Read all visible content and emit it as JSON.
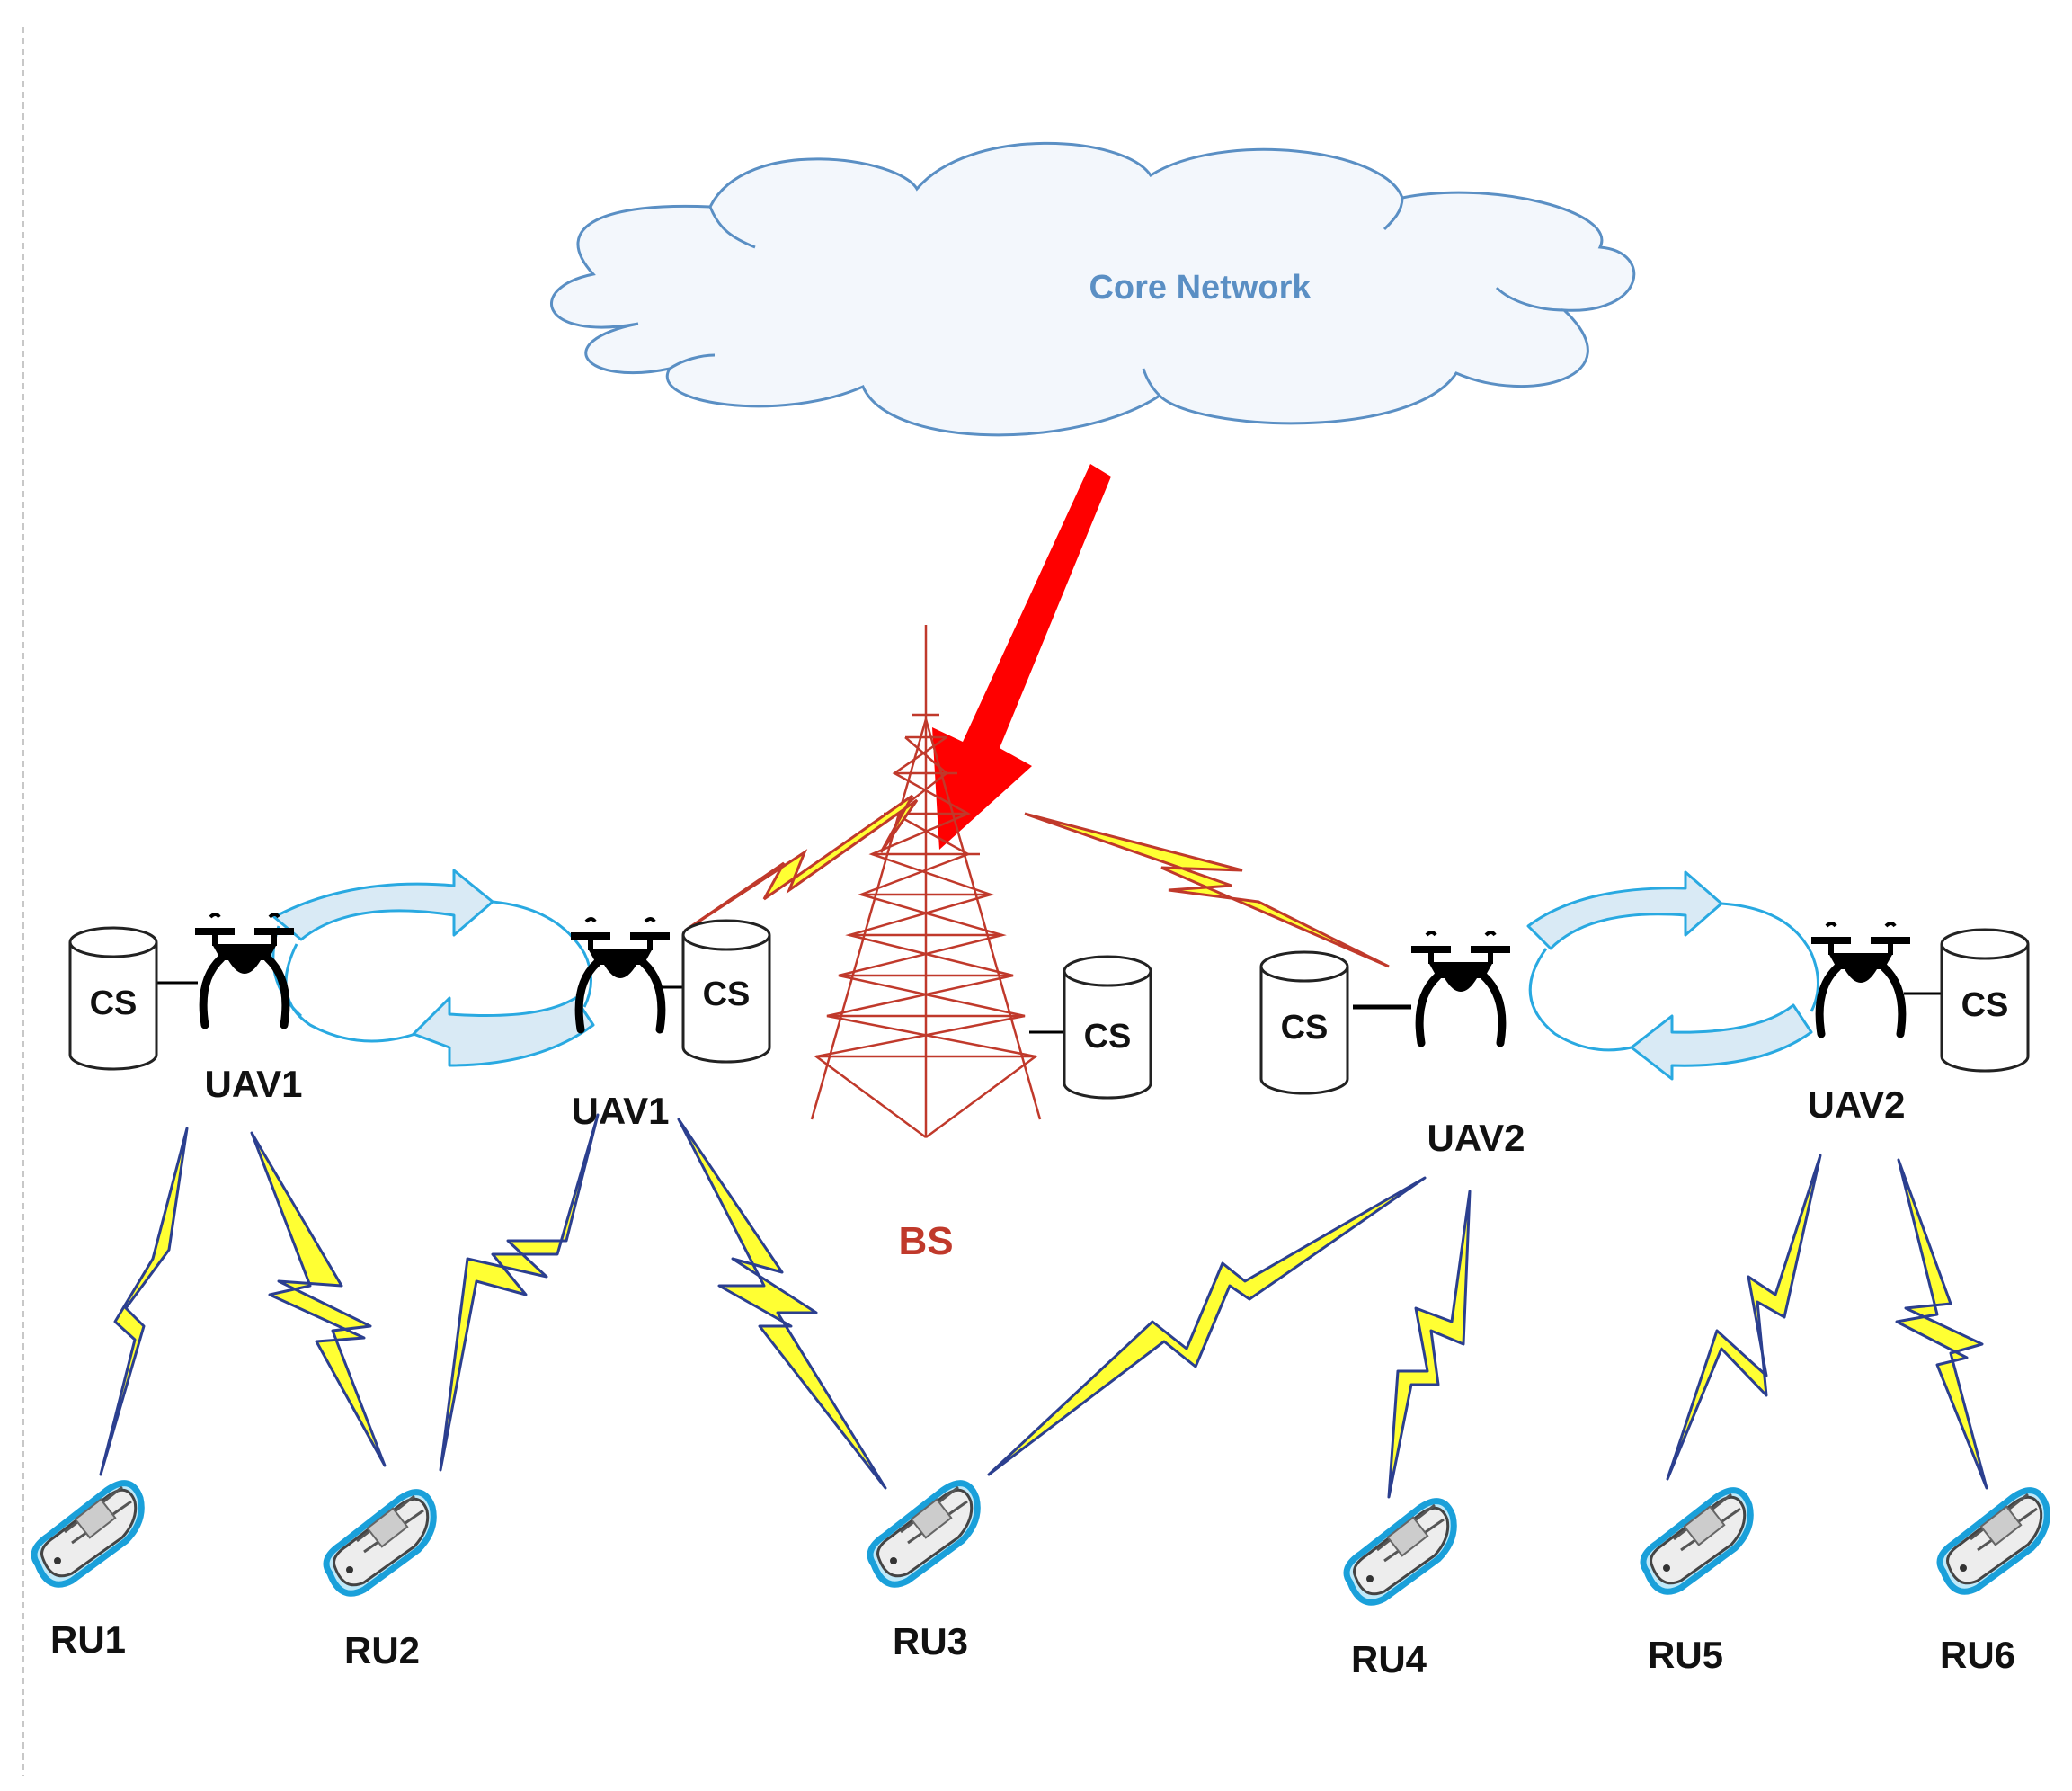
{
  "cloud": {
    "label": "Core Network"
  },
  "base_station": {
    "label": "BS",
    "cache_label": "CS"
  },
  "uavs": [
    {
      "label": "UAV1",
      "cache_label": "CS"
    },
    {
      "label": "UAV1",
      "cache_label": "CS"
    },
    {
      "label": "UAV2",
      "cache_label": "CS"
    },
    {
      "label": "UAV2",
      "cache_label": "CS"
    }
  ],
  "users": [
    {
      "label": "RU1"
    },
    {
      "label": "RU2"
    },
    {
      "label": "RU3"
    },
    {
      "label": "RU4"
    },
    {
      "label": "RU5"
    },
    {
      "label": "RU6"
    }
  ],
  "colors": {
    "cloud_stroke": "#5a8fc4",
    "cloud_fill": "#f3f7fc",
    "tower": "#c0392b",
    "arrow": "#ff0000",
    "bolt_fill": "#ffff33",
    "bolt_line_blue": "#2b3f8f",
    "bolt_line_red": "#c0392b",
    "swap_arrow": "#29a9e1"
  }
}
